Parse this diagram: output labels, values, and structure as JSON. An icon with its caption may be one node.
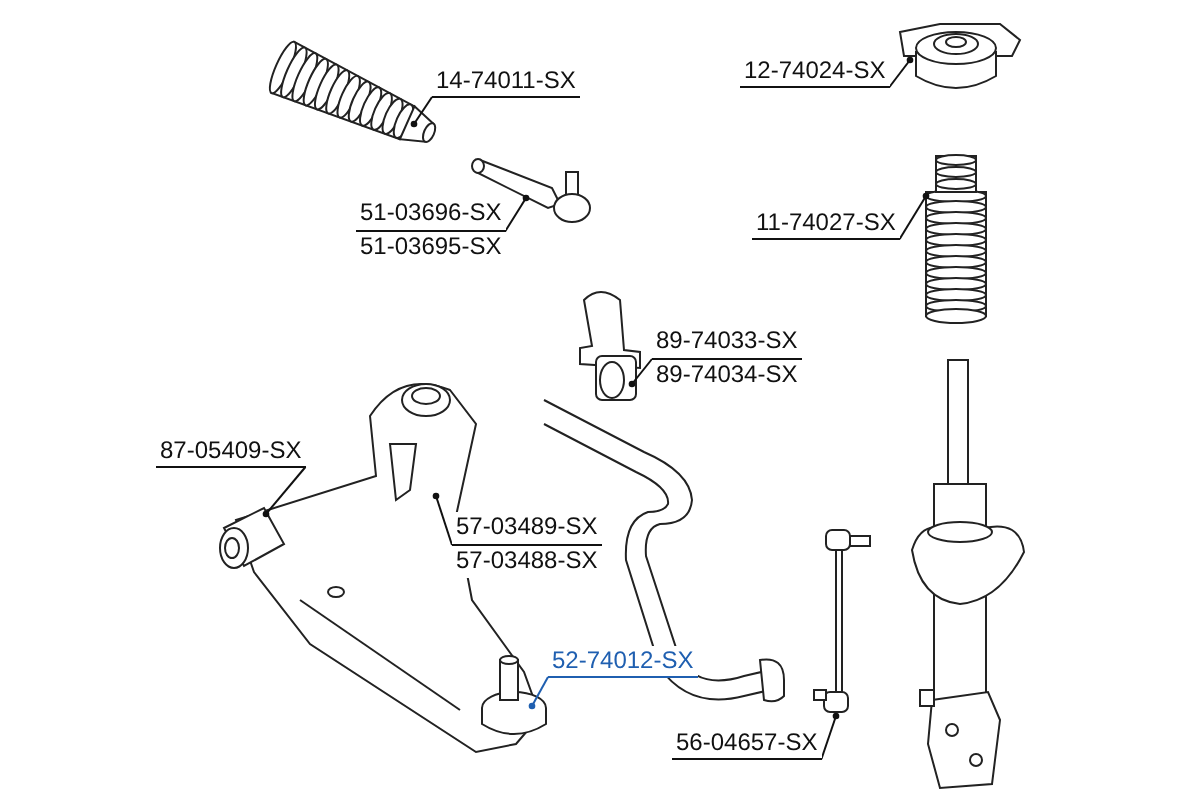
{
  "diagram": {
    "nodes": [
      {
        "text": [
          "14-74011-SX"
        ]
      },
      {
        "text": [],
        "shape": "picture"
      },
      {
        "text": [
          "51-03696-SX",
          "51-03695-SX"
        ]
      },
      {
        "text": [],
        "shape": "picture"
      },
      {
        "text": [
          "12-74024-SX"
        ]
      },
      {
        "text": [],
        "shape": "picture"
      },
      {
        "text": [
          "11-74027-SX"
        ]
      },
      {
        "text": [],
        "shape": "picture"
      },
      {
        "text": [
          "89-74033-SX",
          "89-74034-SX"
        ]
      },
      {
        "text": [],
        "shape": "picture"
      },
      {
        "text": [
          "87-05409-SX"
        ]
      },
      {
        "text": [],
        "shape": "picture"
      },
      {
        "text": [
          "57-03489-SX",
          "57-03488-SX"
        ]
      },
      {
        "text": [],
        "shape": "picture"
      },
      {
        "text": [
          "52-74012-SX"
        ]
      },
      {
        "text": [],
        "shape": "picture"
      },
      {
        "text": [
          "56-04657-SX"
        ]
      },
      {
        "text": [],
        "shape": "picture"
      }
    ],
    "edges": [
      {
        "from": 0,
        "to": 1,
        "arrow": "other"
      },
      {
        "from": 2,
        "to": 3,
        "arrow": "other"
      },
      {
        "from": 4,
        "to": 5,
        "arrow": "other"
      },
      {
        "from": 6,
        "to": 7,
        "arrow": "other"
      },
      {
        "from": 8,
        "to": 9,
        "arrow": "other"
      },
      {
        "from": 10,
        "to": 11,
        "arrow": "other"
      },
      {
        "from": 12,
        "to": 13,
        "arrow": "other"
      },
      {
        "from": 14,
        "to": 15,
        "arrow": "other",
        "color": "#1f5fb0"
      },
      {
        "from": 16,
        "to": 17,
        "arrow": "other"
      }
    ]
  }
}
